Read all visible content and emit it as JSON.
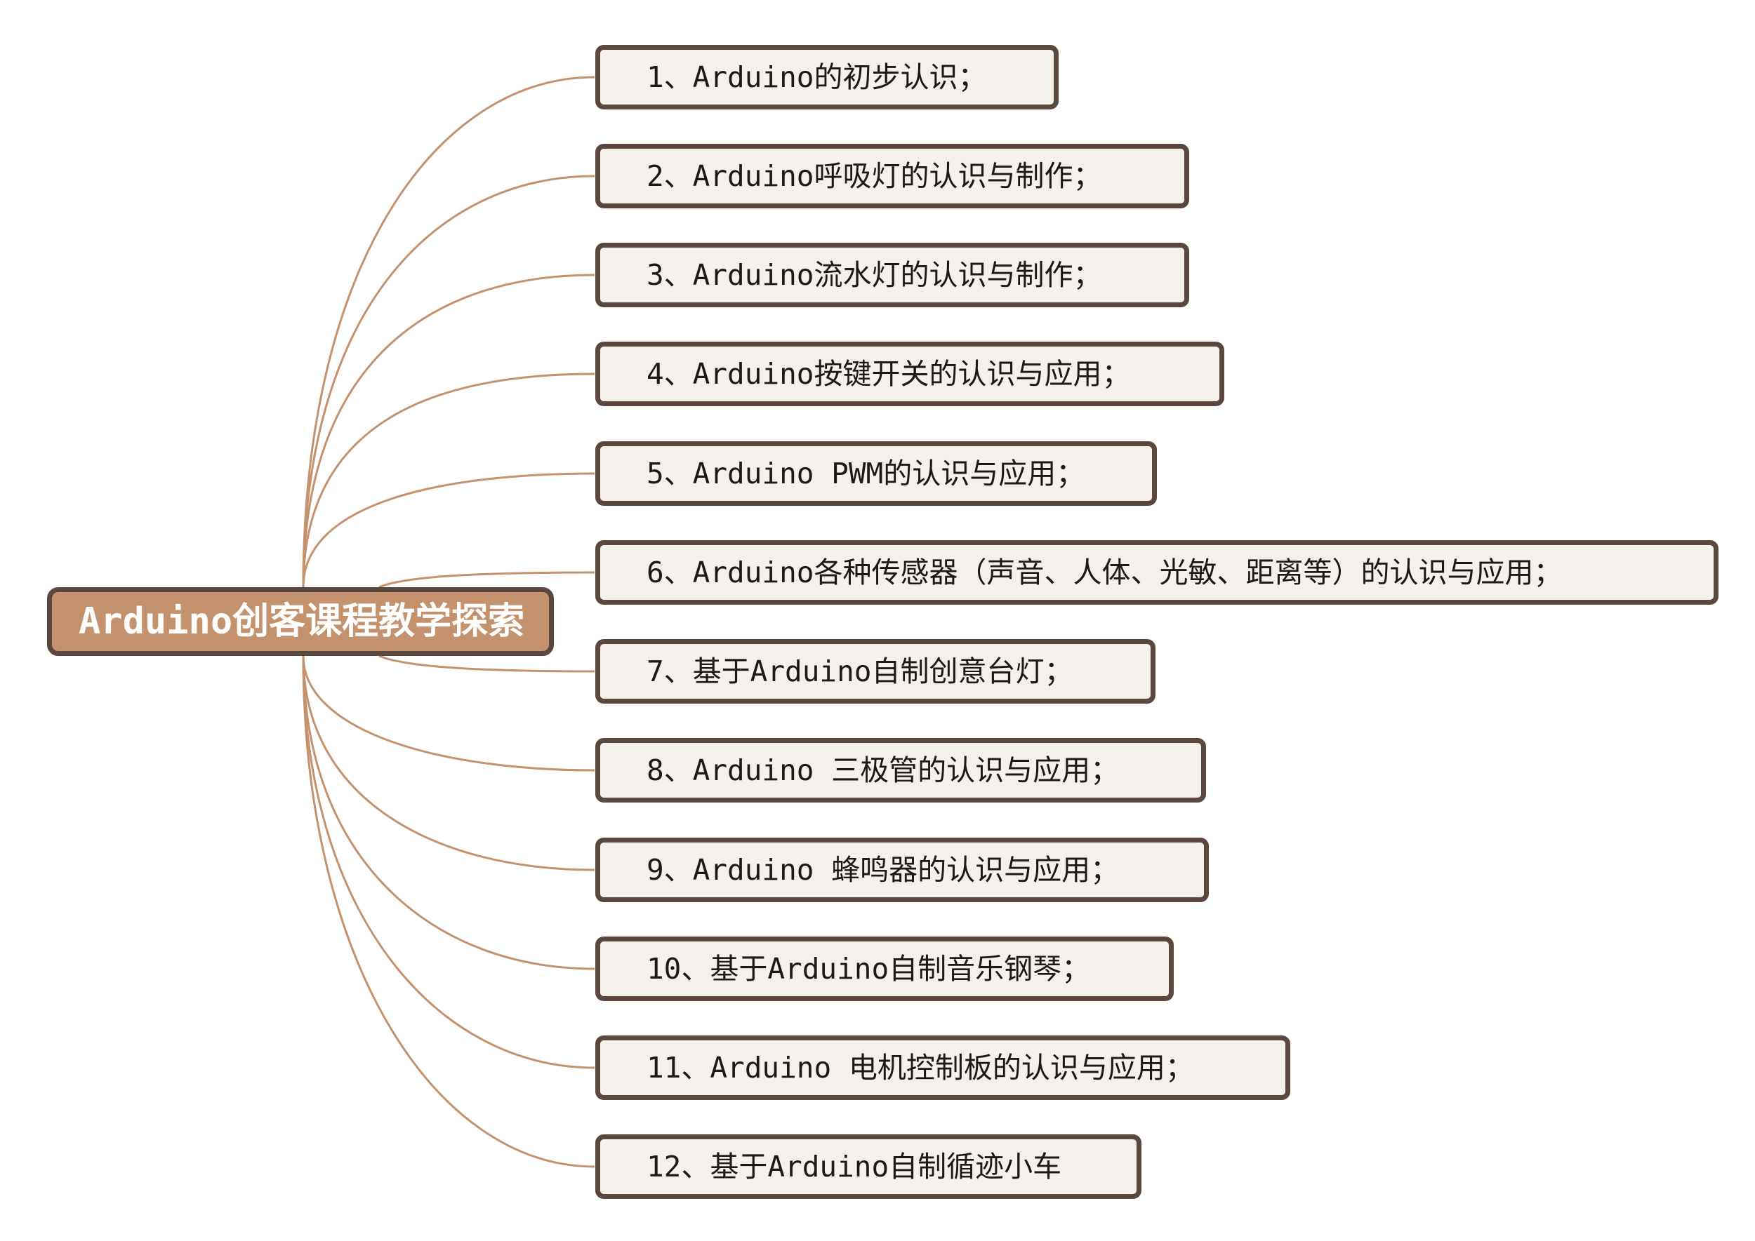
{
  "root": {
    "label": "Arduino创客课程教学探索"
  },
  "colors": {
    "root_fill": "#c4926d",
    "node_fill": "#f4f1ec",
    "border": "#5a483f",
    "link": "#c4926d",
    "root_text": "#ffffff",
    "node_text": "#1c1a18"
  },
  "topics": [
    {
      "label": "1、Arduino的初步认识；"
    },
    {
      "label": "2、Arduino呼吸灯的认识与制作；"
    },
    {
      "label": "3、Arduino流水灯的认识与制作；"
    },
    {
      "label": "4、Arduino按键开关的认识与应用；"
    },
    {
      "label": "5、Arduino PWM的认识与应用；"
    },
    {
      "label": "6、Arduino各种传感器（声音、人体、光敏、距离等）的认识与应用；"
    },
    {
      "label": "7、基于Arduino自制创意台灯；"
    },
    {
      "label": "8、Arduino 三极管的认识与应用；"
    },
    {
      "label": "9、Arduino 蜂鸣器的认识与应用；"
    },
    {
      "label": "10、基于Arduino自制音乐钢琴；"
    },
    {
      "label": "11、Arduino 电机控制板的认识与应用；"
    },
    {
      "label": "12、基于Arduino自制循迹小车"
    }
  ]
}
